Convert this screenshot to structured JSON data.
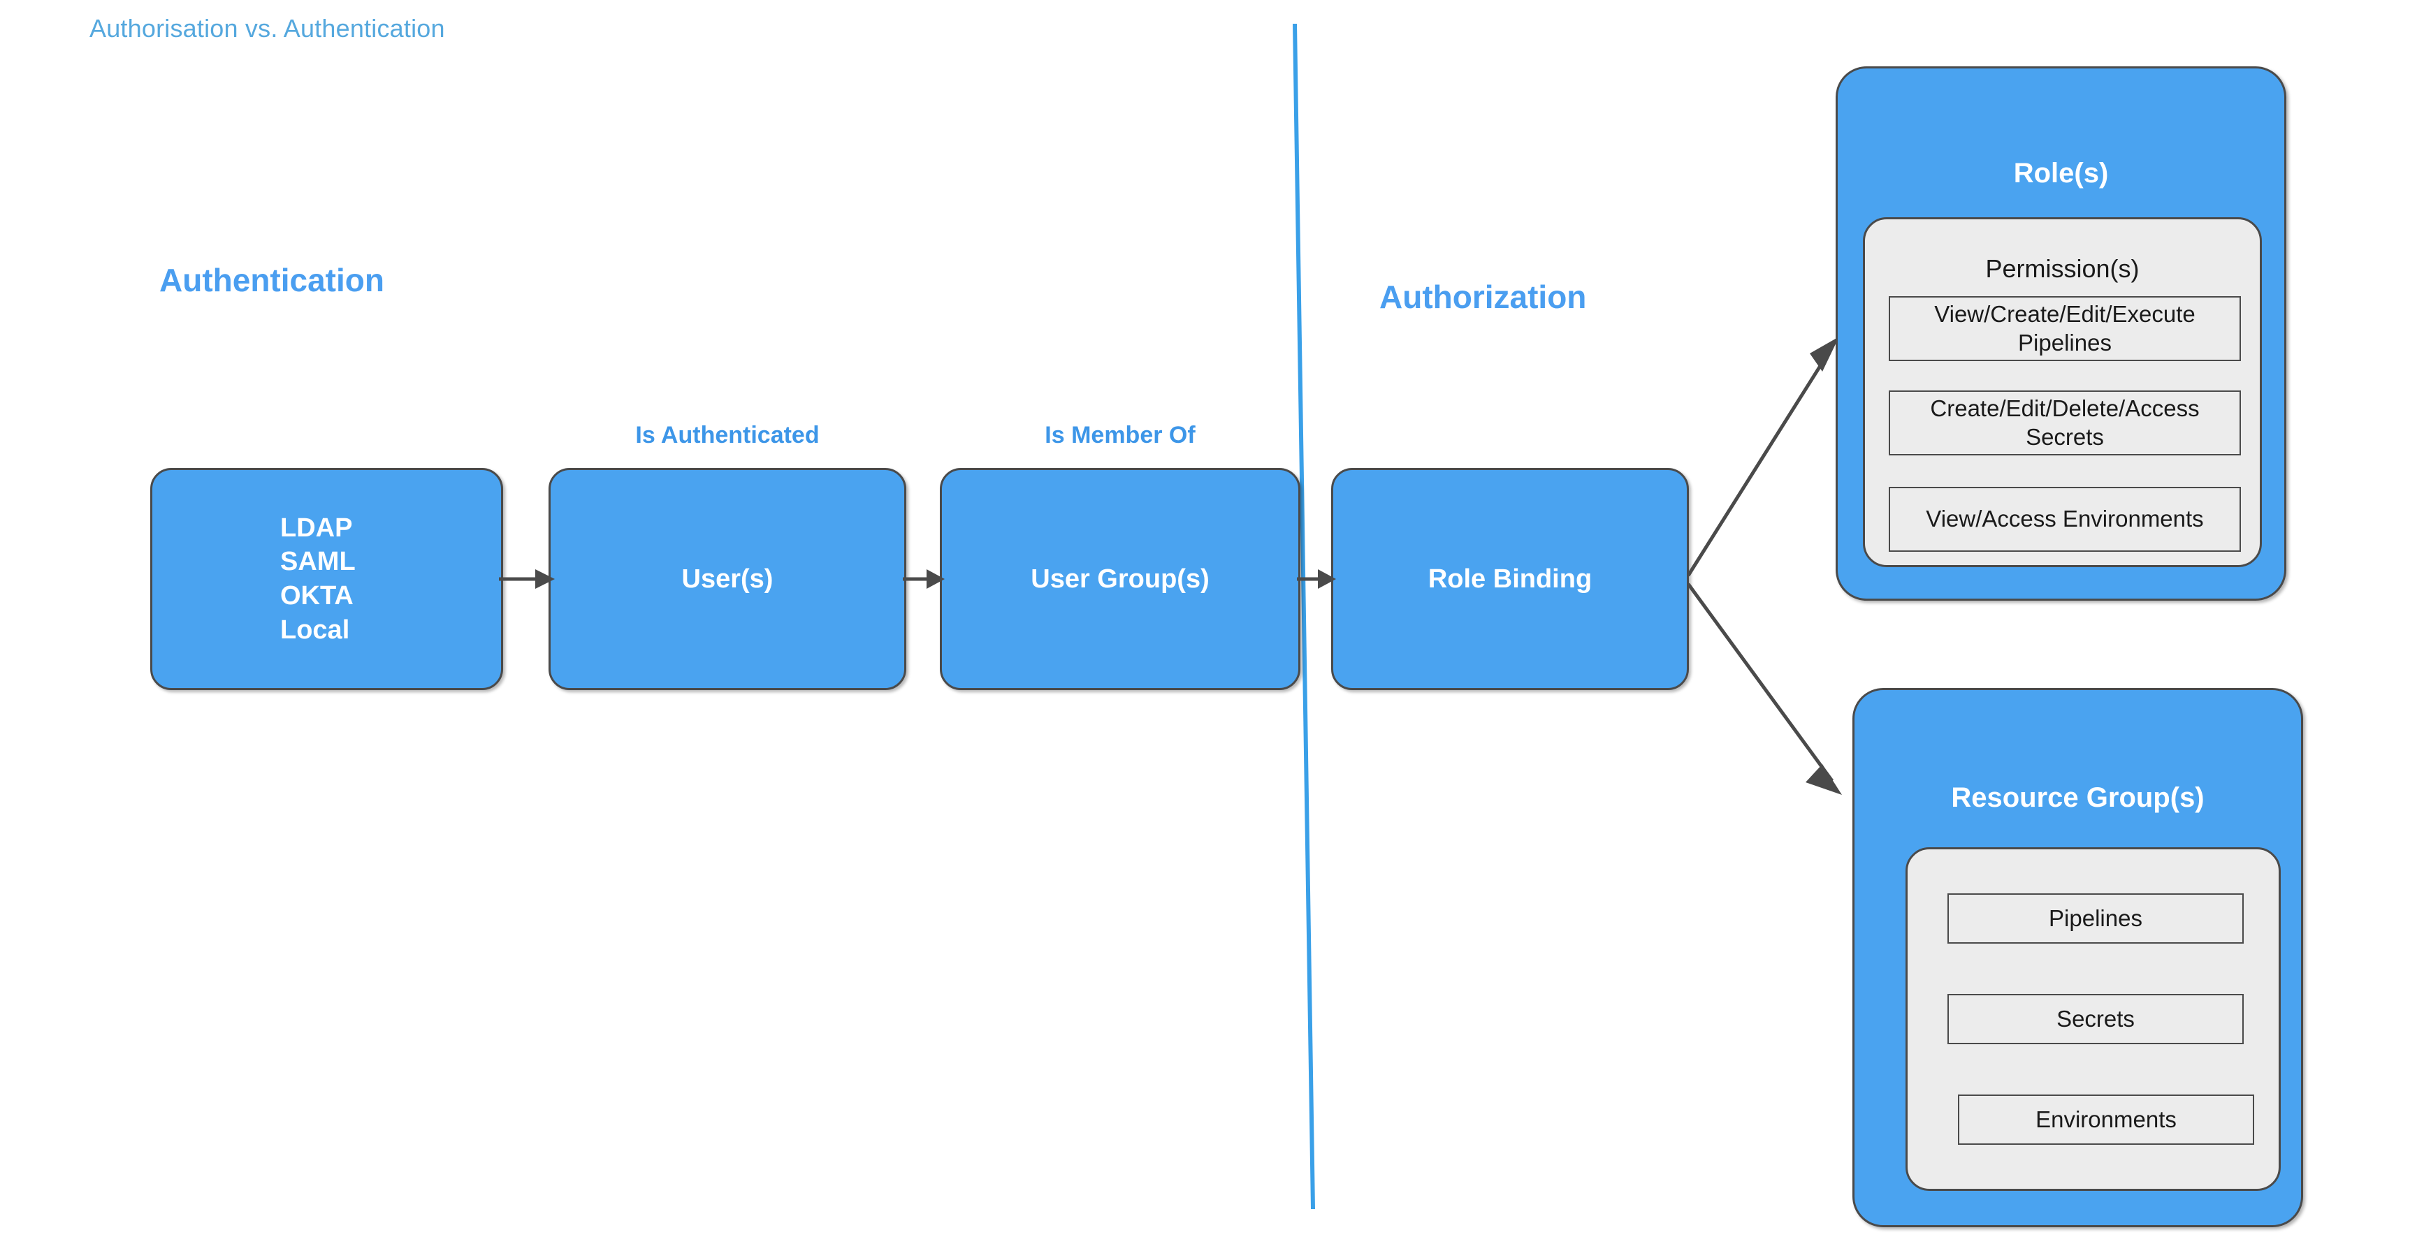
{
  "title": "Authorisation vs. Authentication",
  "sections": {
    "authentication": "Authentication",
    "authorization": "Authorization"
  },
  "captions": {
    "is_authenticated": "Is Authenticated",
    "is_member_of": "Is Member Of"
  },
  "flow": {
    "identity_providers": [
      "LDAP",
      "SAML",
      "OKTA",
      "Local"
    ],
    "users": "User(s)",
    "user_groups": "User Group(s)",
    "role_binding": "Role Binding"
  },
  "roles_panel": {
    "title": "Role(s)",
    "inner_title": "Permission(s)",
    "permissions": [
      "View/Create/Edit/Execute Pipelines",
      "Create/Edit/Delete/Access Secrets",
      "View/Access Environments"
    ]
  },
  "resource_panel": {
    "title": "Resource Group(s)",
    "resources": [
      "Pipelines",
      "Secrets",
      "Environments"
    ]
  },
  "colors": {
    "title_blue": "#55a8de",
    "heading_blue": "#4a9ef0",
    "caption_blue": "#3d96e8",
    "box_blue": "#4aa3f0",
    "panel_gray": "#ececec",
    "stroke_gray": "#4a4a4a",
    "divider_blue": "#3aa0e8"
  }
}
